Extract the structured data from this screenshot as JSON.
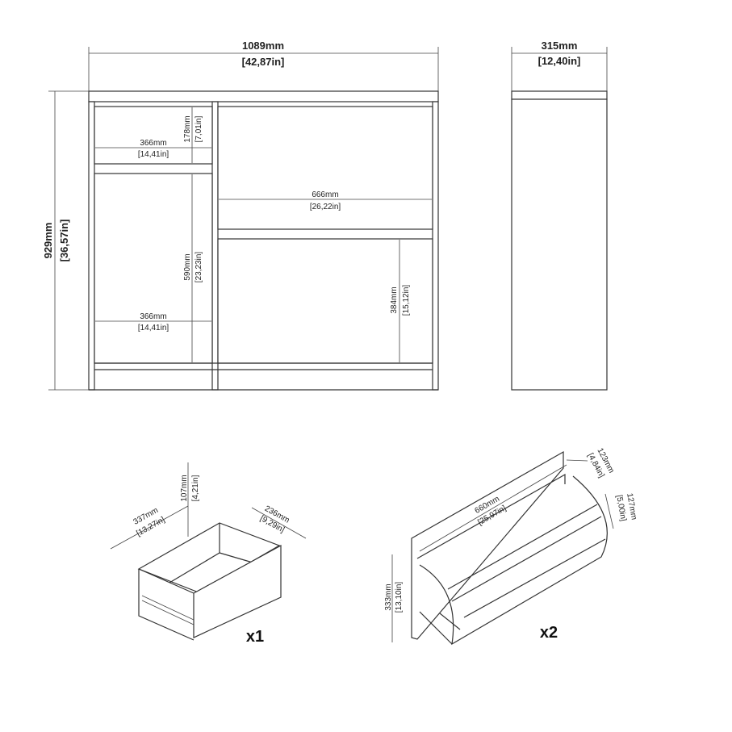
{
  "front_view": {
    "width_mm": "1089mm",
    "width_in": "[42,87in]",
    "height_mm": "929mm",
    "height_in": "[36,57in]",
    "drawer_width_mm": "366mm",
    "drawer_width_in": "[14,41in]",
    "drawer_height_mm": "178mm",
    "drawer_height_in": "[7,01in]",
    "door_width_mm": "366mm",
    "door_width_in": "[14,41in]",
    "door_height_mm": "590mm",
    "door_height_in": "[23,23in]",
    "shelf_width_mm": "666mm",
    "shelf_width_in": "[26,22in]",
    "lower_height_mm": "384mm",
    "lower_height_in": "[15,12in]"
  },
  "side_view": {
    "depth_mm": "315mm",
    "depth_in": "[12,40in]"
  },
  "drawer": {
    "height_mm": "107mm",
    "height_in": "[4,21in]",
    "depth_mm": "337mm",
    "depth_in": "[13,27in]",
    "width_mm": "236mm",
    "width_in": "[9,29in]",
    "quantity": "x1"
  },
  "shoe_rack": {
    "width_mm": "660mm",
    "width_in": "[25,97in]",
    "height_mm": "333mm",
    "height_in": "[13,10in]",
    "depth1_mm": "123mm",
    "depth1_in": "[4,84in]",
    "depth2_mm": "127mm",
    "depth2_in": "[5,00in]",
    "quantity": "x2"
  }
}
